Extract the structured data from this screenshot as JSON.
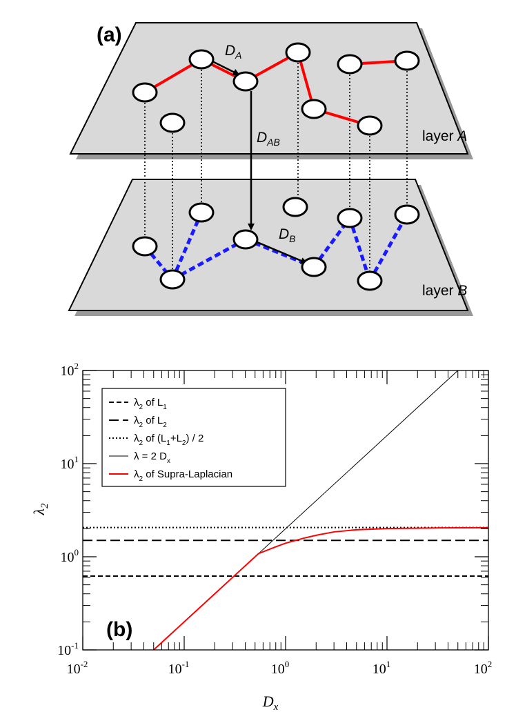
{
  "panel_a": {
    "label": "(a)",
    "layer_a_label": "layer",
    "layer_a_name": "A",
    "layer_b_label": "layer",
    "layer_b_name": "B",
    "arrow_DA": {
      "main": "D",
      "sub": "A"
    },
    "arrow_DAB": {
      "main": "D",
      "sub": "AB"
    },
    "arrow_DB": {
      "main": "D",
      "sub": "B"
    }
  },
  "panel_b": {
    "label": "(b)"
  },
  "colors": {
    "intra_a": "#ff0000",
    "intra_b": "#1a1aff",
    "plane_fill": "#d9d9d9",
    "supra": "#ff0000"
  },
  "chart_data": {
    "type": "line",
    "xscale": "log",
    "yscale": "log",
    "xlim": [
      0.01,
      100
    ],
    "ylim": [
      0.1,
      100
    ],
    "xticks": [
      {
        "base": "10",
        "exp": "-2"
      },
      {
        "base": "10",
        "exp": "-1"
      },
      {
        "base": "10",
        "exp": "0"
      },
      {
        "base": "10",
        "exp": "1"
      },
      {
        "base": "10",
        "exp": "2"
      }
    ],
    "yticks": [
      {
        "base": "10",
        "exp": "-1"
      },
      {
        "base": "10",
        "exp": "0"
      },
      {
        "base": "10",
        "exp": "1"
      },
      {
        "base": "10",
        "exp": "2"
      }
    ],
    "xlabel": {
      "main": "D",
      "sub": "x"
    },
    "ylabel": {
      "main": "λ",
      "sub": "2"
    },
    "legend_position": "top-left",
    "series": [
      {
        "legend": [
          {
            "t": "λ"
          },
          {
            "t": "2",
            "sub": true
          },
          {
            "t": " of L"
          },
          {
            "t": "1",
            "sub": true
          }
        ],
        "style": "dashed-short",
        "color": "#000000",
        "x": [
          0.01,
          100
        ],
        "y": [
          0.62,
          0.62
        ]
      },
      {
        "legend": [
          {
            "t": "λ"
          },
          {
            "t": "2",
            "sub": true
          },
          {
            "t": " of L"
          },
          {
            "t": "2",
            "sub": true
          }
        ],
        "style": "dashed-long",
        "color": "#000000",
        "x": [
          0.01,
          100
        ],
        "y": [
          1.5,
          1.5
        ]
      },
      {
        "legend": [
          {
            "t": "λ"
          },
          {
            "t": "2",
            "sub": true
          },
          {
            "t": " of (L"
          },
          {
            "t": "1",
            "sub": true
          },
          {
            "t": "+L"
          },
          {
            "t": "2",
            "sub": true
          },
          {
            "t": ") / 2"
          }
        ],
        "style": "dotted",
        "color": "#000000",
        "x": [
          0.01,
          100
        ],
        "y": [
          2.06,
          2.06
        ]
      },
      {
        "legend": [
          {
            "t": "λ = 2 D"
          },
          {
            "t": "x",
            "sub": true
          }
        ],
        "style": "solid-thin",
        "color": "#000000",
        "x": [
          0.05,
          50
        ],
        "y": [
          0.1,
          100
        ]
      },
      {
        "legend": [
          {
            "t": "λ"
          },
          {
            "t": "2",
            "sub": true
          },
          {
            "t": " of Supra-Laplacian"
          }
        ],
        "style": "solid-red",
        "color": "#ff0000",
        "x": [
          0.05,
          0.2,
          0.3,
          0.54,
          0.8,
          1.0,
          1.5,
          2.0,
          3.0,
          5.0,
          10.0,
          30.0,
          100.0
        ],
        "y": [
          0.1,
          0.4,
          0.6,
          1.08,
          1.28,
          1.4,
          1.58,
          1.7,
          1.85,
          1.95,
          2.01,
          2.04,
          2.05
        ]
      }
    ]
  }
}
